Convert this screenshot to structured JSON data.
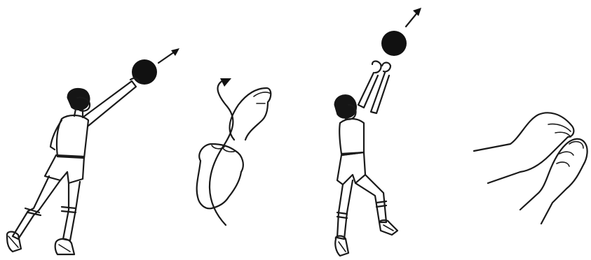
{
  "illustration": {
    "panels": [
      {
        "kind": "player",
        "pose": "one-hand-serve-follow-through"
      },
      {
        "kind": "hand-detail",
        "pose": "fist-with-curved-arrow"
      },
      {
        "kind": "player",
        "pose": "jump-set-two-hands"
      },
      {
        "kind": "hand-detail",
        "pose": "two-hands-cupped"
      }
    ]
  },
  "colors": {
    "ink": "#1a1a1a",
    "ball": "#111111",
    "background": "#ffffff"
  },
  "icons": [
    "volleyball-icon",
    "direction-arrow-icon"
  ]
}
